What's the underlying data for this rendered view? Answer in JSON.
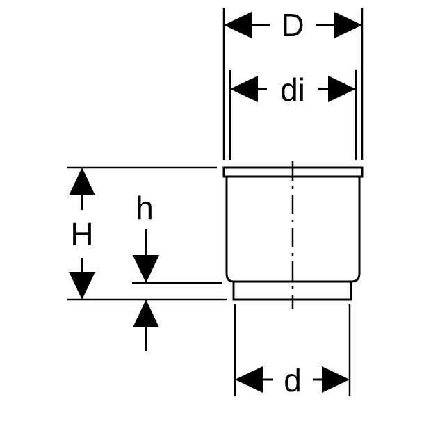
{
  "diagram": {
    "labels": {
      "D": "D",
      "di": "di",
      "H": "H",
      "h": "h",
      "d": "d"
    },
    "colors": {
      "ink": "#000000",
      "background": "#ffffff"
    }
  }
}
